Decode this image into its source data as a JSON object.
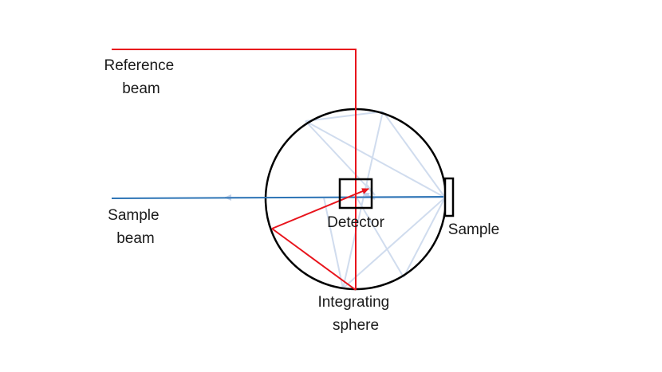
{
  "labels": {
    "reference_line1": "Reference",
    "reference_line2": "beam",
    "sample_beam_line1": "Sample",
    "sample_beam_line2": "beam",
    "detector": "Detector",
    "sample": "Sample",
    "sphere_line1": "Integrating",
    "sphere_line2": "sphere"
  },
  "colors": {
    "reference_beam": "#e8141c",
    "sample_beam": "#2e75b6",
    "scattered_light": "#d0dcee",
    "outline": "#000000"
  }
}
